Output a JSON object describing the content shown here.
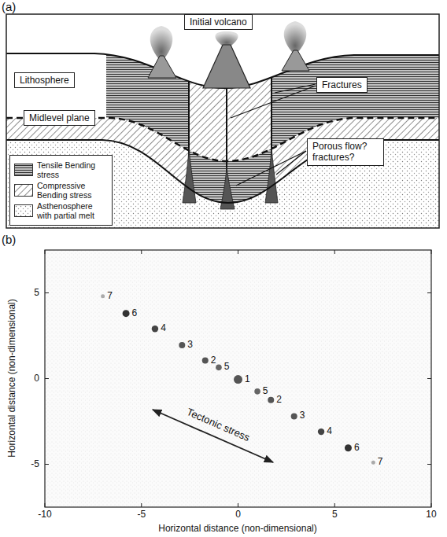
{
  "diagram": {
    "nodes": [
      {
        "text": [
          "Initial volcano"
        ]
      },
      {
        "text": [
          "Lithosphere"
        ]
      },
      {
        "text": [
          "Fractures"
        ]
      },
      {
        "text": [
          "Midlevel plane"
        ]
      },
      {
        "text": [
          "Porous flow? fractures?"
        ]
      }
    ],
    "labels": [
      "(a)",
      "(b)",
      "7",
      "6",
      "4",
      "3",
      "2",
      "5",
      "1",
      "5",
      "2",
      "3",
      "4",
      "6",
      "7",
      "Tectonic stress",
      "5",
      "0",
      "-5",
      "-10",
      "-5",
      "0",
      "5",
      "10",
      "Horizontal distance (non-dimensional)",
      "Horizontal distance (non-dimensional)"
    ],
    "legend": [
      {
        "text": "Tensile Bending stress"
      },
      {
        "text": "Compressive Bending stress"
      },
      {
        "text": "Asthenosphere with partial melt"
      }
    ]
  }
}
